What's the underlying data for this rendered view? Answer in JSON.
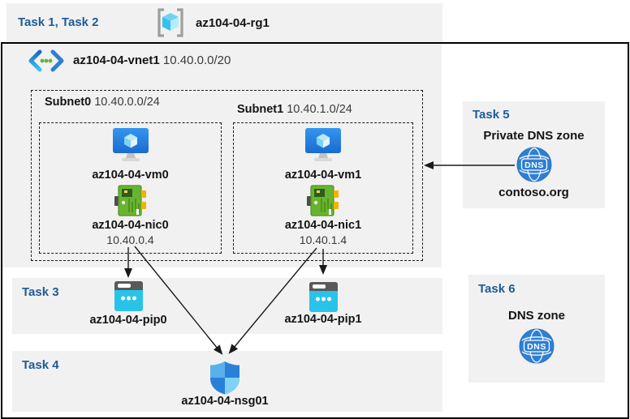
{
  "palette": {
    "task_label_blue": "#1e5c96",
    "panel_gray": "#f1f1f1",
    "azure_blue": "#2e7fd4",
    "public_ip_cyan": "#29c3ea",
    "nic_green": "#69b42e",
    "arrow_black": "#1a1a1a"
  },
  "header": {
    "tasks_label": "Task 1, Task 2",
    "resource_group": "az104-04-rg1"
  },
  "vnet": {
    "name": "az104-04-vnet1",
    "cidr": "10.40.0.0/20"
  },
  "subnets": [
    {
      "name": "Subnet0",
      "cidr": "10.40.0.0/24",
      "vm": "az104-04-vm0",
      "nic": "az104-04-nic0",
      "nic_ip": "10.40.0.4"
    },
    {
      "name": "Subnet1",
      "cidr": "10.40.1.0/24",
      "vm": "az104-04-vm1",
      "nic": "az104-04-nic1",
      "nic_ip": "10.40.1.4"
    }
  ],
  "task3": {
    "label": "Task 3",
    "pip0": "az104-04-pip0",
    "pip1": "az104-04-pip1"
  },
  "task4": {
    "label": "Task 4",
    "nsg": "az104-04-nsg01"
  },
  "task5": {
    "label": "Task 5",
    "title": "Private DNS zone",
    "zone_name": "contoso.org"
  },
  "task6": {
    "label": "Task 6",
    "title": "DNS zone"
  },
  "icons": {
    "dns_label": "DNS"
  }
}
